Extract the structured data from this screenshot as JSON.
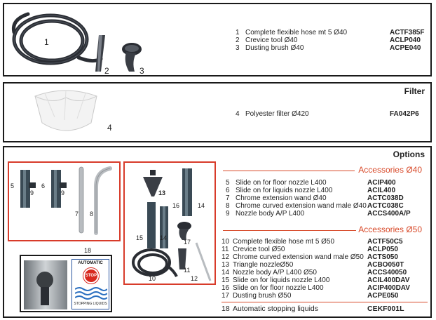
{
  "panel1": {
    "labels": {
      "n1": "1",
      "n2": "2",
      "n3": "3"
    },
    "items": [
      {
        "num": "1",
        "desc": "Complete flexible hose mt 5 Ø40",
        "code": "ACTF385F"
      },
      {
        "num": "2",
        "desc": "Crevice tool Ø40",
        "code": "ACLP040"
      },
      {
        "num": "3",
        "desc": "Dusting brush Ø40",
        "code": "ACPE040"
      }
    ]
  },
  "panel2": {
    "title": "Filter",
    "label": "4",
    "items": [
      {
        "num": "4",
        "desc": "Polyester filter Ø420",
        "code": "FA042P6"
      }
    ]
  },
  "panel3": {
    "title": "Options",
    "acc40_title": "Accessories Ø40",
    "acc50_title": "Accessories Ø50",
    "labels": {
      "n5": "5",
      "n6": "6",
      "n9a": "9",
      "n9b": "9",
      "n7": "7",
      "n8": "8",
      "n13": "13",
      "n16": "16",
      "n14a": "14",
      "n15": "15",
      "n14b": "14",
      "n17": "17",
      "n11": "11",
      "n12": "12",
      "n10": "10",
      "n18": "18"
    },
    "badge": {
      "top": "AUTOMATIC",
      "stop": "STOP",
      "bottom": "STOPPING LIQUIDS"
    },
    "acc40_items": [
      {
        "num": "5",
        "desc": "Slide on for floor nozzle L400",
        "code": "ACIP400"
      },
      {
        "num": "6",
        "desc": "Slide on for liquids nozzle L400",
        "code": "ACIL400"
      },
      {
        "num": "7",
        "desc": "Chrome extension wand Ø40",
        "code": "ACTC038D"
      },
      {
        "num": "8",
        "desc": "Chrome curved extension wand male Ø40",
        "code": "ACTC038C"
      },
      {
        "num": "9",
        "desc": "Nozzle body A/P L400",
        "code": "ACCS400A/P"
      }
    ],
    "acc50_items": [
      {
        "num": "10",
        "desc": "Complete flexible hose mt 5 Ø50",
        "code": "ACTF50C5"
      },
      {
        "num": "11",
        "desc": "Crevice tool Ø50",
        "code": "ACLP050"
      },
      {
        "num": "12",
        "desc": "Chrome curved extension wand male Ø50",
        "code": "ACTS050"
      },
      {
        "num": "13",
        "desc": "Triangle nozzleØ50",
        "code": "ACBO050T"
      },
      {
        "num": "14",
        "desc": "Nozzle body A/P L400 Ø50",
        "code": "ACCS40050"
      },
      {
        "num": "15",
        "desc": "Slide on for liquids nozzle L400",
        "code": "ACIL400DAV"
      },
      {
        "num": "16",
        "desc": "Slide on for floor nozzle L400",
        "code": "ACIP400DAV"
      },
      {
        "num": "17",
        "desc": "Dusting brush Ø50",
        "code": "ACPE050"
      }
    ],
    "item18": {
      "num": "18",
      "desc": "Automatic stopping liquids",
      "code": "CEKF001L"
    }
  }
}
